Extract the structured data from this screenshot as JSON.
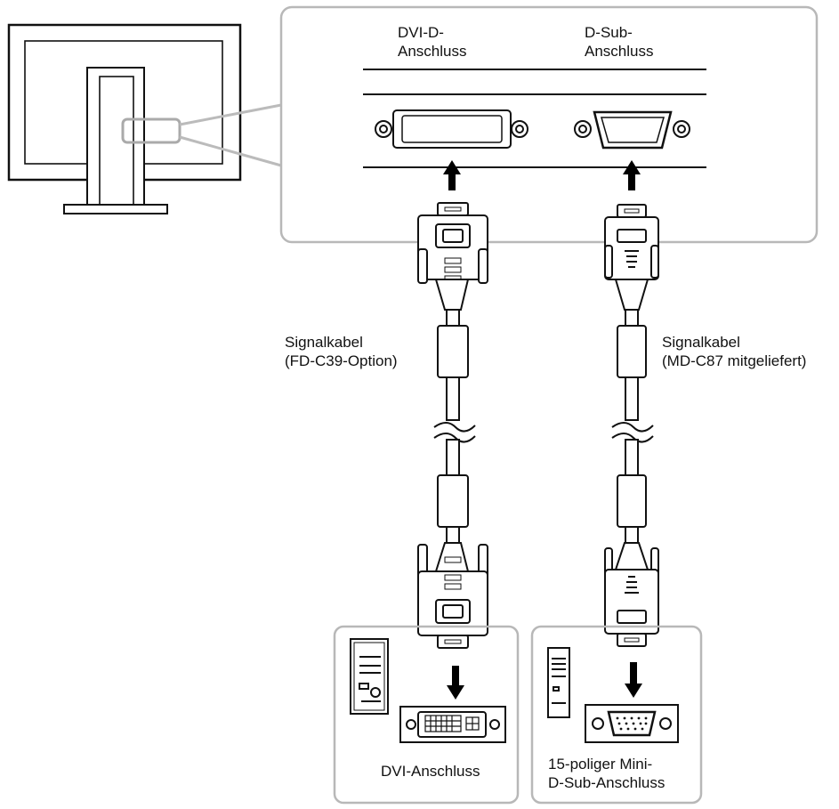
{
  "ports": {
    "dvi_d": {
      "line1": "DVI-D-",
      "line2": "Anschluss"
    },
    "d_sub": {
      "line1": "D-Sub-",
      "line2": "Anschluss"
    }
  },
  "cables": {
    "dvi": {
      "line1": "Signalkabel",
      "line2": "(FD-C39-Option)"
    },
    "dsub": {
      "line1": "Signalkabel",
      "line2": "(MD-C87 mitgeliefert)"
    }
  },
  "pc_ports": {
    "dvi": {
      "line1": "DVI-Anschluss"
    },
    "dsub": {
      "line1": "15-poliger Mini-",
      "line2": "D-Sub-Anschluss"
    }
  },
  "colors": {
    "line": "#111111",
    "panel_border": "#b8b8b8",
    "cable_fill": "#ffffff",
    "arrow": "#000000"
  }
}
